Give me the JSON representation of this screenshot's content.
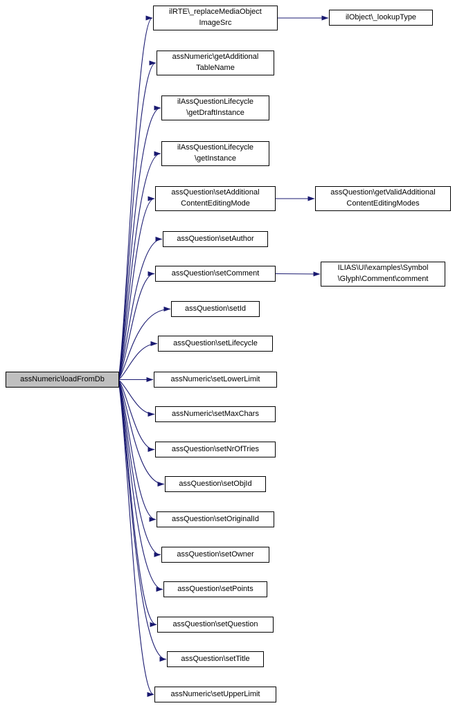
{
  "diagram": {
    "type": "call-graph",
    "root": {
      "label": "assNumeric\\loadFromDb"
    },
    "callees": [
      {
        "label": "ilRTE\\_replaceMediaObject\nImageSrc"
      },
      {
        "label": "assNumeric\\getAdditional\nTableName"
      },
      {
        "label": "ilAssQuestionLifecycle\n\\getDraftInstance"
      },
      {
        "label": "ilAssQuestionLifecycle\n\\getInstance"
      },
      {
        "label": "assQuestion\\setAdditional\nContentEditingMode"
      },
      {
        "label": "assQuestion\\setAuthor"
      },
      {
        "label": "assQuestion\\setComment"
      },
      {
        "label": "assQuestion\\setId"
      },
      {
        "label": "assQuestion\\setLifecycle"
      },
      {
        "label": "assNumeric\\setLowerLimit"
      },
      {
        "label": "assNumeric\\setMaxChars"
      },
      {
        "label": "assQuestion\\setNrOfTries"
      },
      {
        "label": "assQuestion\\setObjId"
      },
      {
        "label": "assQuestion\\setOriginalId"
      },
      {
        "label": "assQuestion\\setOwner"
      },
      {
        "label": "assQuestion\\setPoints"
      },
      {
        "label": "assQuestion\\setQuestion"
      },
      {
        "label": "assQuestion\\setTitle"
      },
      {
        "label": "assNumeric\\setUpperLimit"
      }
    ],
    "secondary": [
      {
        "label": "ilObject\\_lookupType"
      },
      {
        "label": "assQuestion\\getValidAdditional\nContentEditingModes"
      },
      {
        "label": "ILIAS\\UI\\examples\\Symbol\n\\Glyph\\Comment\\comment"
      }
    ],
    "calls": {
      "root_calls_all_callees": true,
      "callee_to_secondary": [
        [
          0,
          0
        ],
        [
          4,
          1
        ],
        [
          6,
          2
        ]
      ]
    },
    "colors": {
      "edge": "#191970",
      "border": "#000000",
      "fill": "#ffffff",
      "root_fill": "#bfbfbf"
    }
  }
}
